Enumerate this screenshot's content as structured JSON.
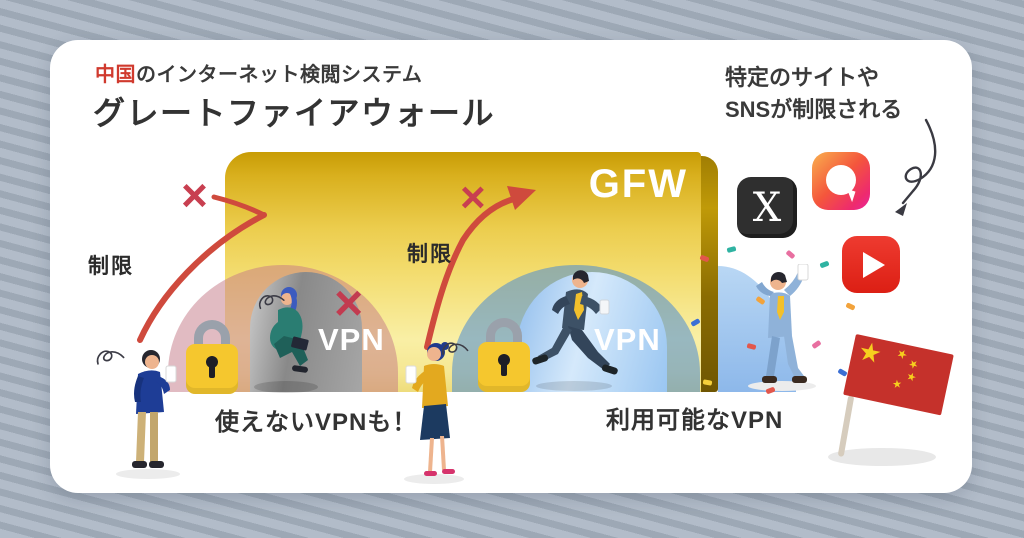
{
  "header": {
    "subtitle_highlight": "中国",
    "subtitle_rest": "のインターネット検閲システム",
    "title": "グレートファイアウォール"
  },
  "callout": {
    "line1": "特定のサイトや",
    "line2": "SNSが制限される"
  },
  "wall": {
    "label": "GFW"
  },
  "restrictions": {
    "left_label": "制限",
    "middle_label": "制限",
    "cross_mark": "×"
  },
  "blocked_tunnel": {
    "vpn_label": "VPN",
    "cross_mark": "×",
    "caption": "使えないVPNも！"
  },
  "allowed_tunnel": {
    "vpn_label": "VPN",
    "caption": "利用可能なVPN"
  },
  "icons": {
    "x_social": {
      "name": "x-social-icon",
      "glyph": "X"
    },
    "chat_app": {
      "name": "chat-app-icon"
    },
    "youtube": {
      "name": "youtube-icon"
    }
  },
  "flag": {
    "name": "china-flag",
    "star_glyph": "★"
  },
  "colors": {
    "accent_red": "#d0443b",
    "cross_red": "#c83f50",
    "wall_gold": "#e8c93e",
    "blocked_pink": "#c47886",
    "allowed_blue": "#488bd6",
    "lock_yellow": "#f5c72e",
    "card_bg": "#ffffff",
    "background_base": "#b2bcc9",
    "background_stripe": "#9da8b5",
    "text_dark": "#333333"
  }
}
